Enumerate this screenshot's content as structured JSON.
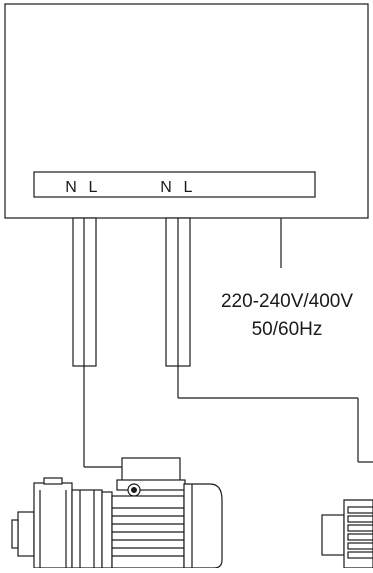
{
  "terminal_block": {
    "group1": {
      "n": "N",
      "l": "L"
    },
    "group2": {
      "n": "N",
      "l": "L"
    }
  },
  "supply": {
    "voltage": "220-240V/400V",
    "frequency": "50/60Hz"
  },
  "icons": [
    "pump-motor-icon",
    "connector-plug-icon"
  ]
}
